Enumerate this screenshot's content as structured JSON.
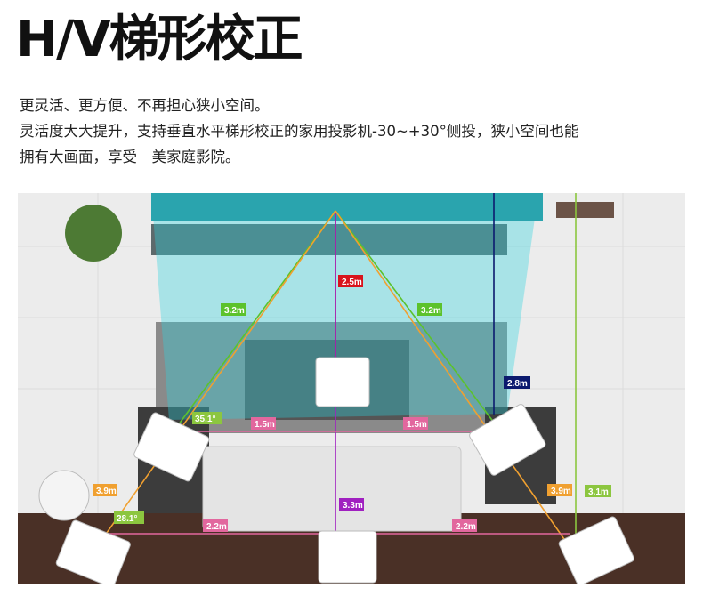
{
  "title": "H/V梯形校正",
  "description": [
    "更灵活、更方便、不再担心狭小空间。",
    "灵活度大大提升，支持垂直水平梯形校正的家用投影机-30~+30°侧投，狭小空间也能",
    "拥有大画面，享受　美家庭影院。"
  ],
  "diagram": {
    "labels": {
      "center_throw": "2.5m",
      "left_diag": "3.2m",
      "right_diag": "3.2m",
      "right_vertical": "2.8m",
      "angle_top": "35.1°",
      "left_offset_top": "1.5m",
      "right_offset_top": "1.5m",
      "left_diag_bottom": "3.9m",
      "right_diag_bottom": "3.9m",
      "far_right_vertical": "3.1m",
      "center_throw_bottom": "3.3m",
      "angle_bottom": "28.1°",
      "left_offset_bottom": "2.2m",
      "right_offset_bottom": "2.2m"
    },
    "colors": {
      "red": "#d8141c",
      "green": "#5cc22c",
      "navy": "#0c1a6e",
      "pink": "#e2679e",
      "orange": "#f0a030",
      "purple": "#a020c0",
      "lime": "#8cc63f",
      "cyan": "#2bd4e0"
    }
  }
}
